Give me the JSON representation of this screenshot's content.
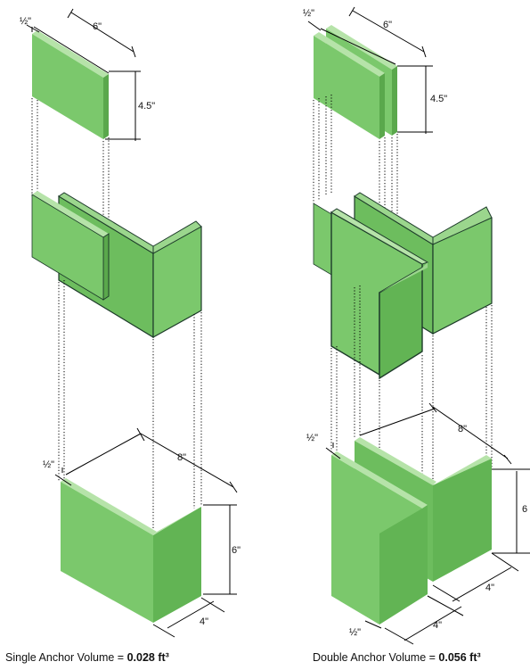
{
  "left": {
    "top_block": {
      "thickness": "½\"",
      "width": "6\"",
      "height": "4.5\""
    },
    "bottom_block": {
      "thickness": "½\"",
      "length": "8\"",
      "height": "6\"",
      "depth": "4\""
    },
    "caption": {
      "label": "Single Anchor Volume = ",
      "value": "0.028 ft³"
    }
  },
  "right": {
    "top_block": {
      "thickness": "½\"",
      "width": "6\"",
      "height": "4.5\""
    },
    "bottom_block": {
      "thickness": "½\"",
      "length": "8\"",
      "height": "6",
      "depth_a": "4\"",
      "depth_b": "4\"",
      "thickness_bottom": "½\""
    },
    "caption": {
      "label": "Double Anchor  Volume = ",
      "value": "0.056 ft³"
    }
  },
  "colors": {
    "face_light": "#7bc86c",
    "face_dark": "#62b454",
    "outline": "#1d3b2a"
  }
}
